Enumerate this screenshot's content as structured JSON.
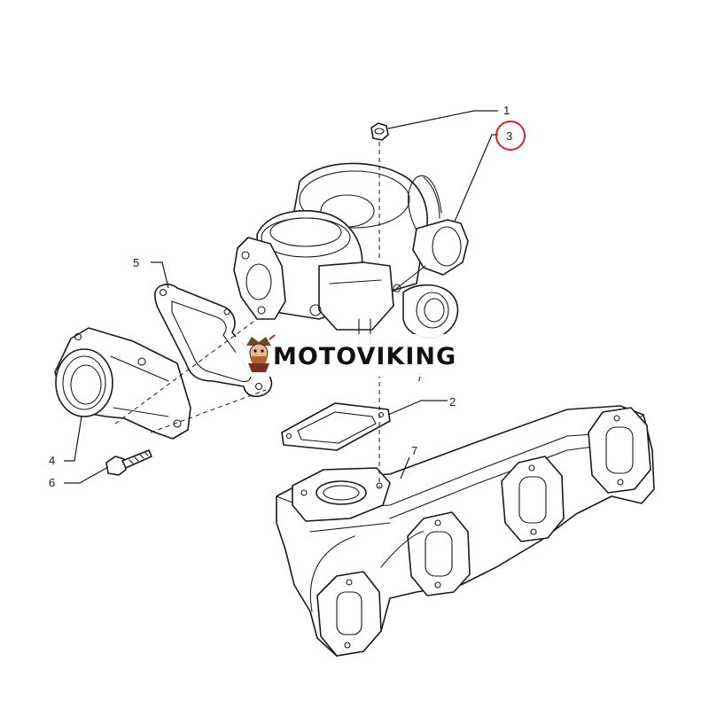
{
  "diagram": {
    "callouts": [
      {
        "id": "c1",
        "label": "1"
      },
      {
        "id": "c2",
        "label": "2"
      },
      {
        "id": "c3",
        "label": "3"
      },
      {
        "id": "c4",
        "label": "4"
      },
      {
        "id": "c5",
        "label": "5"
      },
      {
        "id": "c6",
        "label": "6"
      },
      {
        "id": "c7",
        "label": "7"
      },
      {
        "id": "c7b",
        "label": "7"
      }
    ],
    "highlighted_callout": "3"
  },
  "watermark": {
    "text": "MOTOVIKING",
    "logo_icon": "viking-mascot-icon"
  },
  "colors": {
    "line": "#1a1a1a",
    "highlight": "#e02020",
    "background": "#ffffff"
  }
}
